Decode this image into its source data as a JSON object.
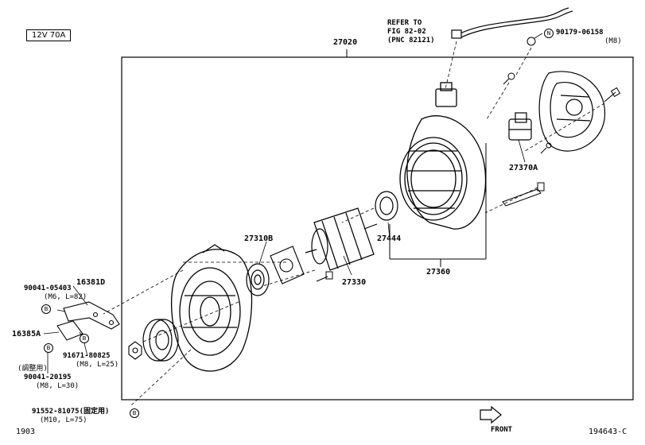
{
  "spec_tag": "12V 70A",
  "assembly_number": "27020",
  "refer": {
    "line1": "REFER TO",
    "line2": "FIG 82-02",
    "line3": "(PNC 82121)"
  },
  "parts": {
    "nut_n": {
      "number": "90179-06158",
      "spec": "(M8)",
      "badge": "N"
    },
    "brush": "27370A",
    "rotor": "27330",
    "bearing_rear": "27444",
    "bearing_front": "27310B",
    "stator_set": "27360",
    "bracket_d": "16381D",
    "bracket_a": "16385A",
    "bolt_1": {
      "number": "90041-05403",
      "spec": "(M6, L=82)",
      "badge": "B"
    },
    "bolt_2": {
      "number": "91671-80825",
      "spec": "(M8, L=25)",
      "badge": "B"
    },
    "bolt_3": {
      "number": "90041-20195",
      "spec": "(M8, L=30)",
      "note": "(調整用)",
      "badge": "B"
    },
    "bolt_4": {
      "number": "91552-81075(固定用)",
      "spec": "(M10, L=75)",
      "badge": "B"
    }
  },
  "footer": {
    "left_code": "1903",
    "front_label": "FRONT",
    "figure_id": "194643-C"
  }
}
